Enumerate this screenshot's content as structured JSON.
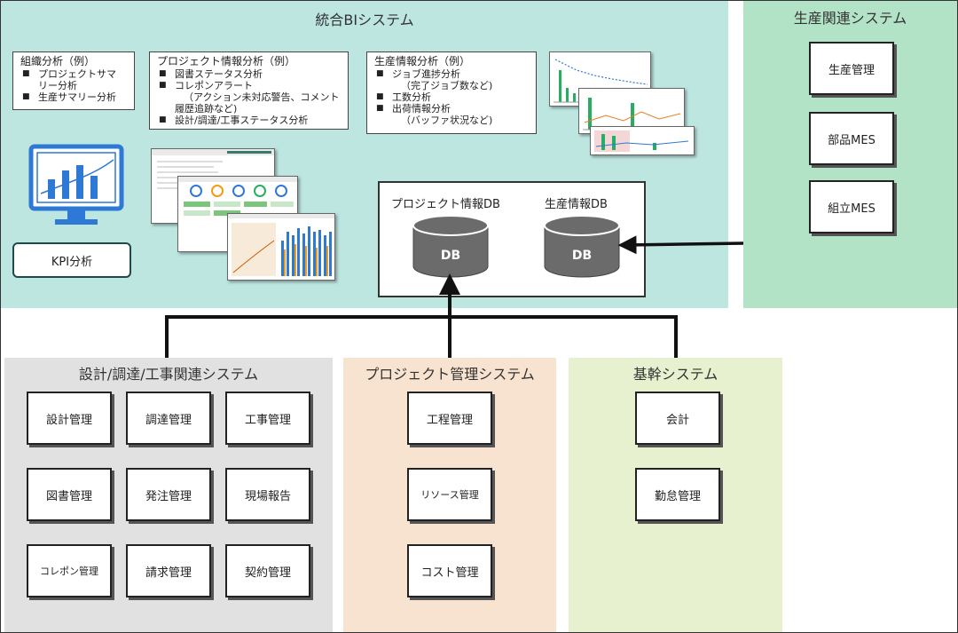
{
  "bi": {
    "title": "統合BIシステム",
    "kpi_label": "KPI分析",
    "org_analysis": {
      "title": "組織分析（例）",
      "items": [
        "プロジェクトサマ",
        "リー分析",
        "生産サマリー分析"
      ]
    },
    "project_analysis": {
      "title": "プロジェクト情報分析（例）",
      "items": [
        "図書ステータス分析",
        "コレポンアラート",
        "（アクション未対応警告、コメント",
        "履歴追跡など)",
        "設計/調達/工事ステータス分析"
      ]
    },
    "production_analysis": {
      "title": "生産情報分析（例）",
      "items": [
        "ジョブ進捗分析",
        "（完了ジョブ数など)",
        "工数分析",
        "出荷情報分析",
        "（バッファ状況など)"
      ]
    },
    "db": {
      "project_db_label": "プロジェクト情報DB",
      "production_db_label": "生産情報DB",
      "cyl_text_1": "DB",
      "cyl_text_2": "DB"
    }
  },
  "production_system": {
    "title": "生産関連システム",
    "items": [
      "生産管理",
      "部品MES",
      "組立MES"
    ]
  },
  "design_system": {
    "title": "設計/調達/工事関連システム",
    "items": [
      "設計管理",
      "調達管理",
      "工事管理",
      "図書管理",
      "発注管理",
      "現場報告",
      "コレポン管理",
      "請求管理",
      "契約管理"
    ]
  },
  "pm_system": {
    "title": "プロジェクト管理システム",
    "items": [
      "工程管理",
      "リソース管理",
      "コスト管理"
    ]
  },
  "core_system": {
    "title": "基幹システム",
    "items": [
      "会計",
      "勤怠管理"
    ]
  },
  "colors": {
    "bi_bg": "#bde6e1",
    "production_bg": "#b2e3c6",
    "design_bg": "#e1e1e1",
    "pm_bg": "#f7e3d0",
    "core_bg": "#e7f1cf",
    "db_cylinder": "#6b6b6b",
    "monitor_blue": "#2e78d6"
  },
  "icons": {
    "monitor": "monitor-chart-icon",
    "database": "database-cylinder-icon"
  }
}
